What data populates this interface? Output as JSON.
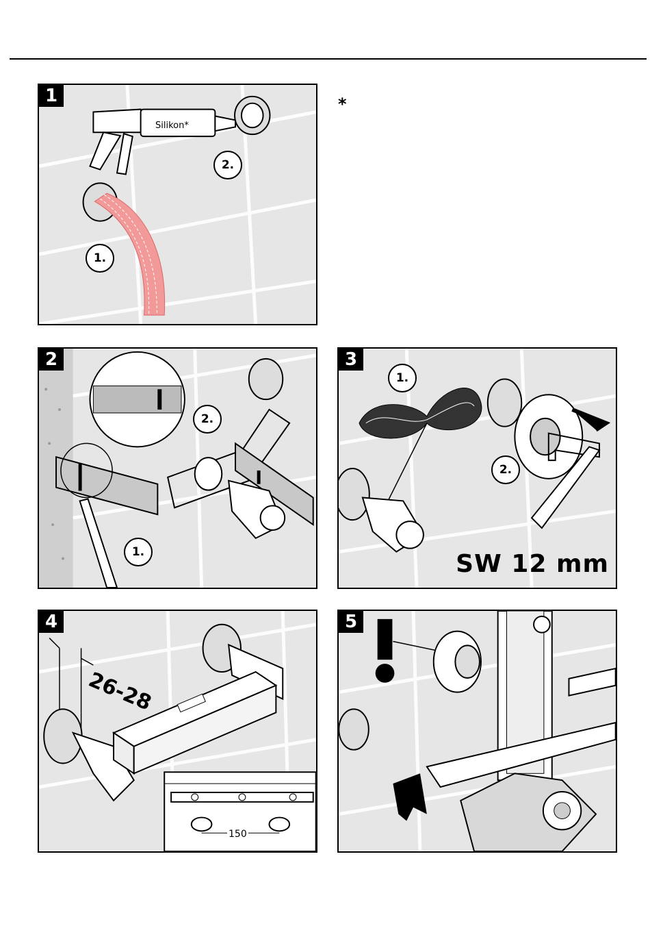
{
  "footnote_marker": "*",
  "panels": {
    "p1": {
      "number": "1",
      "product_label": "Silikon*",
      "step1": "1.",
      "step2": "2."
    },
    "p2": {
      "number": "2",
      "step1": "1.",
      "step2": "2."
    },
    "p3": {
      "number": "3",
      "step1": "1.",
      "step2": "2.",
      "wrench_size": "SW 12 mm"
    },
    "p4": {
      "number": "4",
      "depth_range": "26-28",
      "spacing": "150"
    },
    "p5": {
      "number": "5"
    }
  }
}
